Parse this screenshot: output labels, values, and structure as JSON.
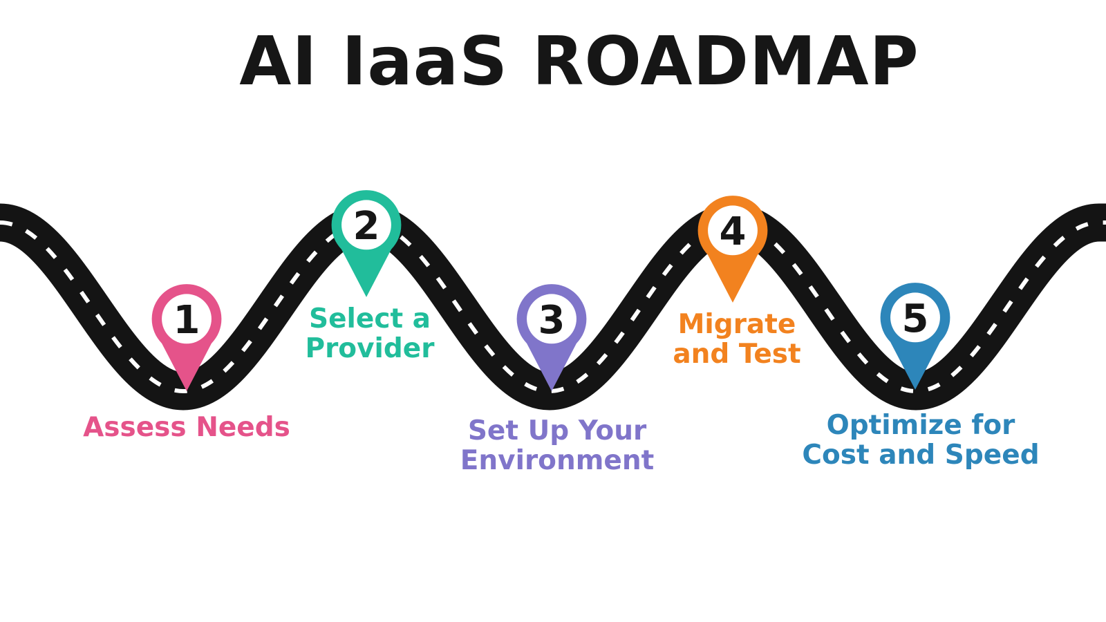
{
  "title": "AI IaaS ROADMAP",
  "colors": {
    "background": "#ffffff",
    "road": "#141414",
    "road_dash": "#ffffff",
    "title_text": "#161616",
    "pin_number": "#161616",
    "pin_inner_circle": "#ffffff"
  },
  "steps": [
    {
      "number": "1",
      "label_line1": "Assess Needs",
      "label_line2": "",
      "label": "Assess Needs",
      "color": "#e5538a"
    },
    {
      "number": "2",
      "label_line1": "Select a",
      "label_line2": "Provider",
      "label": "Select a Provider",
      "color": "#21bd9b"
    },
    {
      "number": "3",
      "label_line1": "Set Up Your",
      "label_line2": "Environment",
      "label": "Set Up Your Environment",
      "color": "#8075ca"
    },
    {
      "number": "4",
      "label_line1": "Migrate",
      "label_line2": "and Test",
      "label": "Migrate and Test",
      "color": "#f2821f"
    },
    {
      "number": "5",
      "label_line1": "Optimize for",
      "label_line2": "Cost and Speed",
      "label": "Optimize for Cost and Speed",
      "color": "#2d86ba"
    }
  ]
}
